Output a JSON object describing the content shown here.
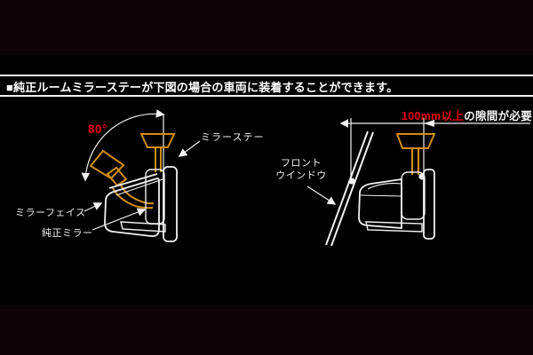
{
  "header": {
    "title": "■純正ルームミラーステーが下図の場合の車両に装着することができます。"
  },
  "left_diagram": {
    "angle_label": "80°",
    "labels": {
      "mirror_stay": "ミラーステー",
      "mirror_face": "ミラーフェイス",
      "genuine_mirror": "純正ミラー"
    }
  },
  "right_diagram": {
    "gap_label_highlight": "100mm以上",
    "gap_label_rest": "の隙間が必要",
    "front_window_line1": "フロント",
    "front_window_line2": "ウインドウ"
  },
  "colors": {
    "background": "#000000",
    "line_white": "#f2f2f2",
    "accent_orange": "#d08e12",
    "accent_red": "#e60012"
  }
}
